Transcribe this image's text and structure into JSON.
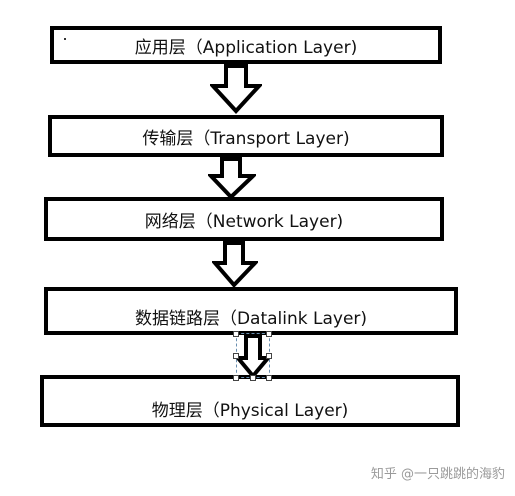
{
  "diagram": {
    "layers": [
      {
        "label": "应用层（Application Layer)"
      },
      {
        "label": "传输层（Transport Layer)"
      },
      {
        "label": "网络层（Network Layer)"
      },
      {
        "label": "数据链路层（Datalink Layer)"
      },
      {
        "label": "物理层（Physical Layer)"
      }
    ],
    "arrow_color": "#000000",
    "border_color": "#000000"
  },
  "watermark": {
    "text": "知乎 @一只跳跳的海豹"
  }
}
